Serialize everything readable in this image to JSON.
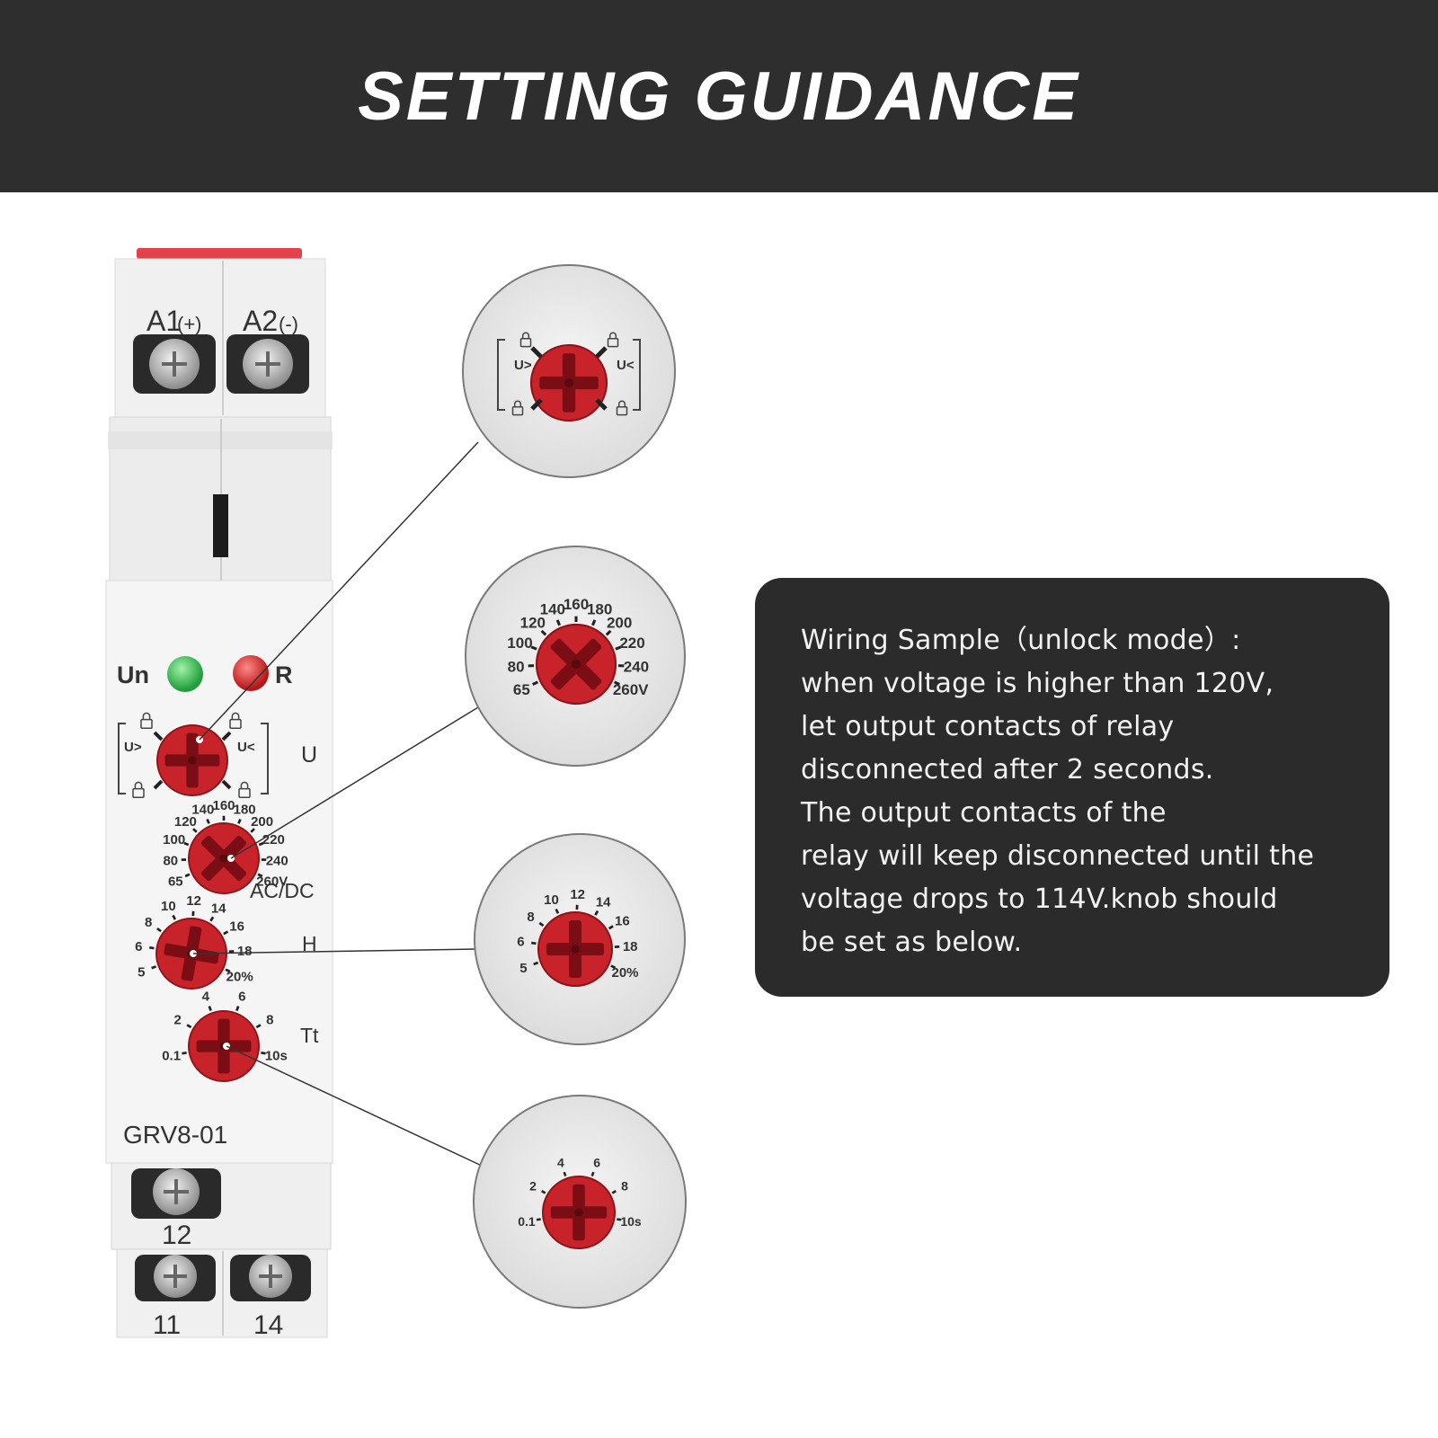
{
  "header": {
    "title": "SETTING GUIDANCE"
  },
  "device": {
    "model": "GRV8-01",
    "terminals_top": [
      "A1",
      "(+)",
      "A2",
      "(-)"
    ],
    "terminals_bottom": [
      "12",
      "11",
      "14"
    ],
    "leds": {
      "power": "Un",
      "relay": "R"
    },
    "led_colors": {
      "power": "#2fb84a",
      "relay": "#d42020"
    },
    "knob_color": "#c8232b",
    "side_labels": {
      "mode": "U",
      "voltage": "AC/DC",
      "hysteresis": "H",
      "time": "Tt"
    },
    "mode_labels": {
      "over": "U>",
      "under": "U<"
    },
    "voltage_scale": [
      "65",
      "80",
      "100",
      "120",
      "140",
      "160",
      "180",
      "200",
      "220",
      "240",
      "260V"
    ],
    "hysteresis_scale": [
      "5",
      "6",
      "8",
      "10",
      "12",
      "14",
      "16",
      "18",
      "20%"
    ],
    "time_scale": [
      "0.1",
      "2",
      "4",
      "6",
      "8",
      "10s"
    ]
  },
  "info": {
    "lines": [
      "Wiring Sample（unlock mode）:",
      "when voltage is higher than 120V,",
      "let output contacts of relay",
      "disconnected after 2 seconds.",
      "The output contacts of the",
      "relay will keep disconnected until the",
      "voltage drops to 114V.knob should",
      "be set as below."
    ]
  }
}
